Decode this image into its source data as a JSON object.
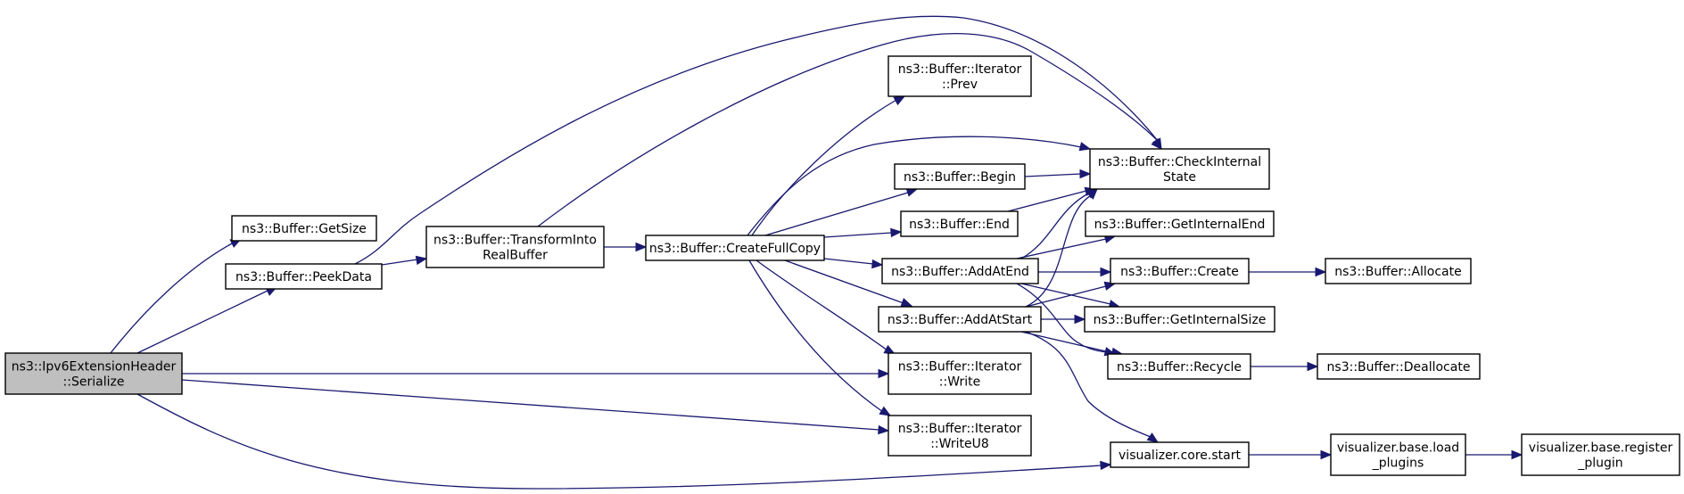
{
  "diagram": {
    "type": "call-graph",
    "root": "serialize",
    "nodes": [
      {
        "id": "serialize",
        "lines": [
          "ns3::Ipv6ExtensionHeader",
          "::Serialize"
        ],
        "highlighted": true
      },
      {
        "id": "getsize",
        "lines": [
          "ns3::Buffer::GetSize"
        ]
      },
      {
        "id": "peekdata",
        "lines": [
          "ns3::Buffer::PeekData"
        ]
      },
      {
        "id": "transform",
        "lines": [
          "ns3::Buffer::TransformInto",
          "RealBuffer"
        ]
      },
      {
        "id": "createfullcopy",
        "lines": [
          "ns3::Buffer::CreateFullCopy"
        ]
      },
      {
        "id": "prev",
        "lines": [
          "ns3::Buffer::Iterator",
          "::Prev"
        ]
      },
      {
        "id": "begin",
        "lines": [
          "ns3::Buffer::Begin"
        ]
      },
      {
        "id": "end",
        "lines": [
          "ns3::Buffer::End"
        ]
      },
      {
        "id": "addatend",
        "lines": [
          "ns3::Buffer::AddAtEnd"
        ]
      },
      {
        "id": "addatstart",
        "lines": [
          "ns3::Buffer::AddAtStart"
        ]
      },
      {
        "id": "write",
        "lines": [
          "ns3::Buffer::Iterator",
          "::Write"
        ]
      },
      {
        "id": "writeu8",
        "lines": [
          "ns3::Buffer::Iterator",
          "::WriteU8"
        ]
      },
      {
        "id": "checkinternal",
        "lines": [
          "ns3::Buffer::CheckInternal",
          "State"
        ]
      },
      {
        "id": "getinternalend",
        "lines": [
          "ns3::Buffer::GetInternalEnd"
        ]
      },
      {
        "id": "create",
        "lines": [
          "ns3::Buffer::Create"
        ]
      },
      {
        "id": "getinternalsize",
        "lines": [
          "ns3::Buffer::GetInternalSize"
        ]
      },
      {
        "id": "recycle",
        "lines": [
          "ns3::Buffer::Recycle"
        ]
      },
      {
        "id": "vizstart",
        "lines": [
          "visualizer.core.start"
        ]
      },
      {
        "id": "allocate",
        "lines": [
          "ns3::Buffer::Allocate"
        ]
      },
      {
        "id": "deallocate",
        "lines": [
          "ns3::Buffer::Deallocate"
        ]
      },
      {
        "id": "loadplugins",
        "lines": [
          "visualizer.base.load",
          "_plugins"
        ]
      },
      {
        "id": "registerplugin",
        "lines": [
          "visualizer.base.register",
          "_plugin"
        ]
      }
    ],
    "edges": [
      {
        "from": "serialize",
        "to": "getsize"
      },
      {
        "from": "serialize",
        "to": "peekdata"
      },
      {
        "from": "serialize",
        "to": "write"
      },
      {
        "from": "serialize",
        "to": "writeu8"
      },
      {
        "from": "serialize",
        "to": "vizstart"
      },
      {
        "from": "peekdata",
        "to": "transform"
      },
      {
        "from": "peekdata",
        "to": "checkinternal"
      },
      {
        "from": "transform",
        "to": "createfullcopy"
      },
      {
        "from": "transform",
        "to": "checkinternal"
      },
      {
        "from": "createfullcopy",
        "to": "prev"
      },
      {
        "from": "createfullcopy",
        "to": "checkinternal"
      },
      {
        "from": "createfullcopy",
        "to": "begin"
      },
      {
        "from": "createfullcopy",
        "to": "end"
      },
      {
        "from": "createfullcopy",
        "to": "addatend"
      },
      {
        "from": "createfullcopy",
        "to": "addatstart"
      },
      {
        "from": "createfullcopy",
        "to": "write"
      },
      {
        "from": "createfullcopy",
        "to": "writeu8"
      },
      {
        "from": "begin",
        "to": "checkinternal"
      },
      {
        "from": "end",
        "to": "checkinternal"
      },
      {
        "from": "addatend",
        "to": "checkinternal"
      },
      {
        "from": "addatend",
        "to": "getinternalend"
      },
      {
        "from": "addatend",
        "to": "create"
      },
      {
        "from": "addatend",
        "to": "getinternalsize"
      },
      {
        "from": "addatend",
        "to": "recycle"
      },
      {
        "from": "addatstart",
        "to": "checkinternal"
      },
      {
        "from": "addatstart",
        "to": "create"
      },
      {
        "from": "addatstart",
        "to": "getinternalsize"
      },
      {
        "from": "addatstart",
        "to": "recycle"
      },
      {
        "from": "addatstart",
        "to": "vizstart"
      },
      {
        "from": "create",
        "to": "allocate"
      },
      {
        "from": "recycle",
        "to": "deallocate"
      },
      {
        "from": "vizstart",
        "to": "loadplugins"
      },
      {
        "from": "loadplugins",
        "to": "registerplugin"
      }
    ]
  }
}
